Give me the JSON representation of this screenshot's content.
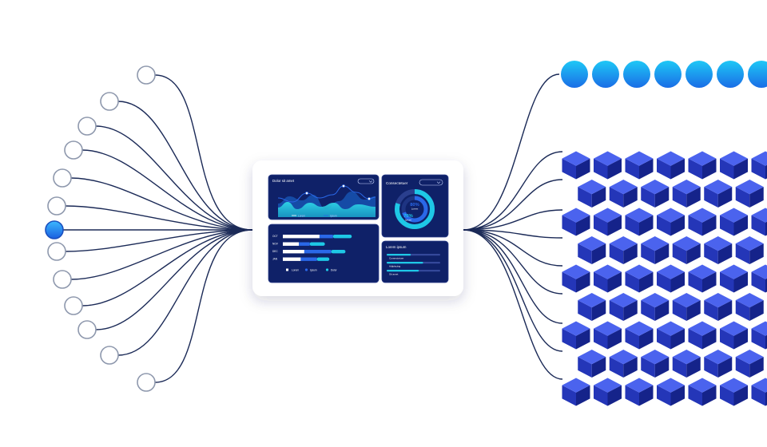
{
  "colors": {
    "background": "#ffffff",
    "line": "#1b2a57",
    "node_stroke": "#8e98ad",
    "node_active": "#1e88f0",
    "card_bg": "#ffffff",
    "panel_bg": "#0f2168",
    "panel_border": "#2c3f8a",
    "cyan": "#1ec8e6",
    "blue": "#2a68e8",
    "white": "#ffffff",
    "cube_top": "#4b63ee",
    "cube_left": "#2436b8",
    "cube_right": "#15238a"
  },
  "input_nodes": {
    "count": 13,
    "active_index": 6
  },
  "dashboard": {
    "area_panel": {
      "title": "Dolor sit amet",
      "menu_icon": "dropdown-icon",
      "legend": [
        "Lorem",
        "Ipsum"
      ]
    },
    "donut_panel": {
      "title": "Consectetuer",
      "menu_icon": "dropdown-icon",
      "outer_percent": 80,
      "outer_label": "80%",
      "outer_caption": "Lorem",
      "inner_percent": 70,
      "inner_label": "70%",
      "inner_caption": "Ipsum"
    },
    "bars_panel": {
      "rows": [
        {
          "label": "OCT",
          "white": 0.41,
          "blue": 0.15,
          "cyan": 0.21
        },
        {
          "label": "NOV",
          "white": 0.18,
          "blue": 0.12,
          "cyan": 0.17
        },
        {
          "label": "DEC",
          "white": 0.24,
          "blue": 0.3,
          "cyan": 0.16
        },
        {
          "label": "JAN",
          "white": 0.2,
          "blue": 0.18,
          "cyan": 0.14
        }
      ],
      "legend": [
        "Lorem",
        "Ipsum",
        "Dolor"
      ]
    },
    "progress_panel": {
      "title": "Lorem ipsum",
      "items": [
        {
          "label": "Consectetuer",
          "value": 0.45
        },
        {
          "label": "Adipiscing",
          "value": 0.68
        },
        {
          "label": "Sit amet",
          "value": 0.6
        }
      ]
    }
  },
  "output_dots": {
    "count": 7
  },
  "cube_grid": {
    "rows": 9,
    "columns": 7
  }
}
